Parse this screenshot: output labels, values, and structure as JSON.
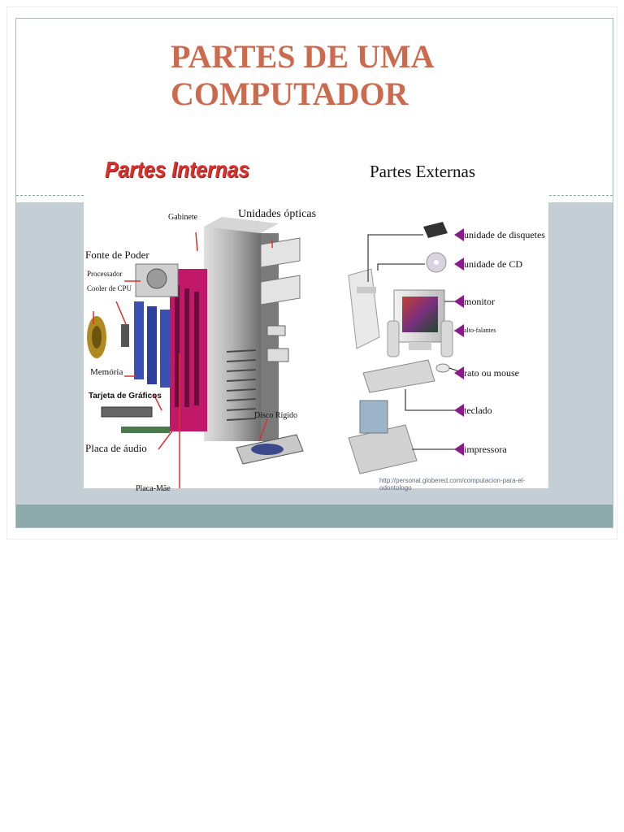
{
  "slide": {
    "title_line1": "PARTES DE UMA",
    "title_line2": "COMPUTADOR"
  },
  "internal": {
    "heading": "Partes Internas",
    "labels": {
      "gabinete": "Gabinete",
      "unidades_opticas": "Unidades ópticas",
      "fonte": "Fonte de Poder",
      "processador": "Processador",
      "cooler": "Cooler de CPU",
      "memoria": "Memória",
      "tarjeta": "Tarjeta de Gráficos",
      "disco": "Disco Rígido",
      "placa_audio": "Placa de áudio",
      "placa_mae": "Placa-Mãe"
    }
  },
  "external": {
    "heading": "Partes Externas",
    "labels": {
      "disquetes": "unidade de disquetes",
      "cd": "unidade de CD",
      "monitor": "monitor",
      "alto_falantes": "alto-falantes",
      "mouse": "rato ou mouse",
      "teclado": "teclado",
      "impressora": "impressora"
    }
  },
  "credit": "http://personal.globered.com/computacion-para-el-odontologo",
  "colors": {
    "title": "#cd6a4e",
    "heading_internal": "#d8322e",
    "slide_band": "#c3ced5",
    "footer": "#8daaaa",
    "pointer_arrow": "#8a1a8a"
  }
}
